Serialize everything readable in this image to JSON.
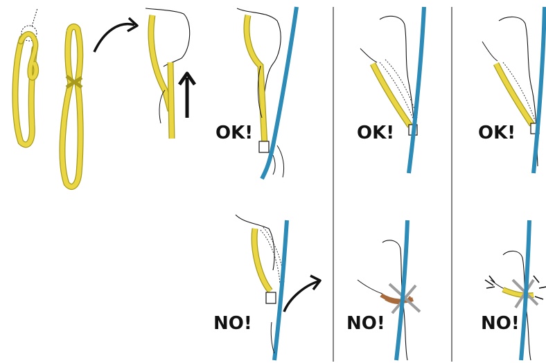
{
  "colors": {
    "sling": "#e9d642",
    "sling_dark": "#a79a1c",
    "rope": "#2d8bb8",
    "ink": "#111111",
    "sling_brown": "#a86a3a",
    "gray": "#9c9c9c",
    "divider": "#333333"
  },
  "icons": [
    "arrow-curved-icon",
    "arrow-up-icon"
  ],
  "labels": {
    "ok_col3": "OK!",
    "ok_col4": "OK!",
    "ok_col5": "OK!",
    "no_col3": "NO!",
    "no_col4": "NO!",
    "no_col5": "NO!"
  }
}
